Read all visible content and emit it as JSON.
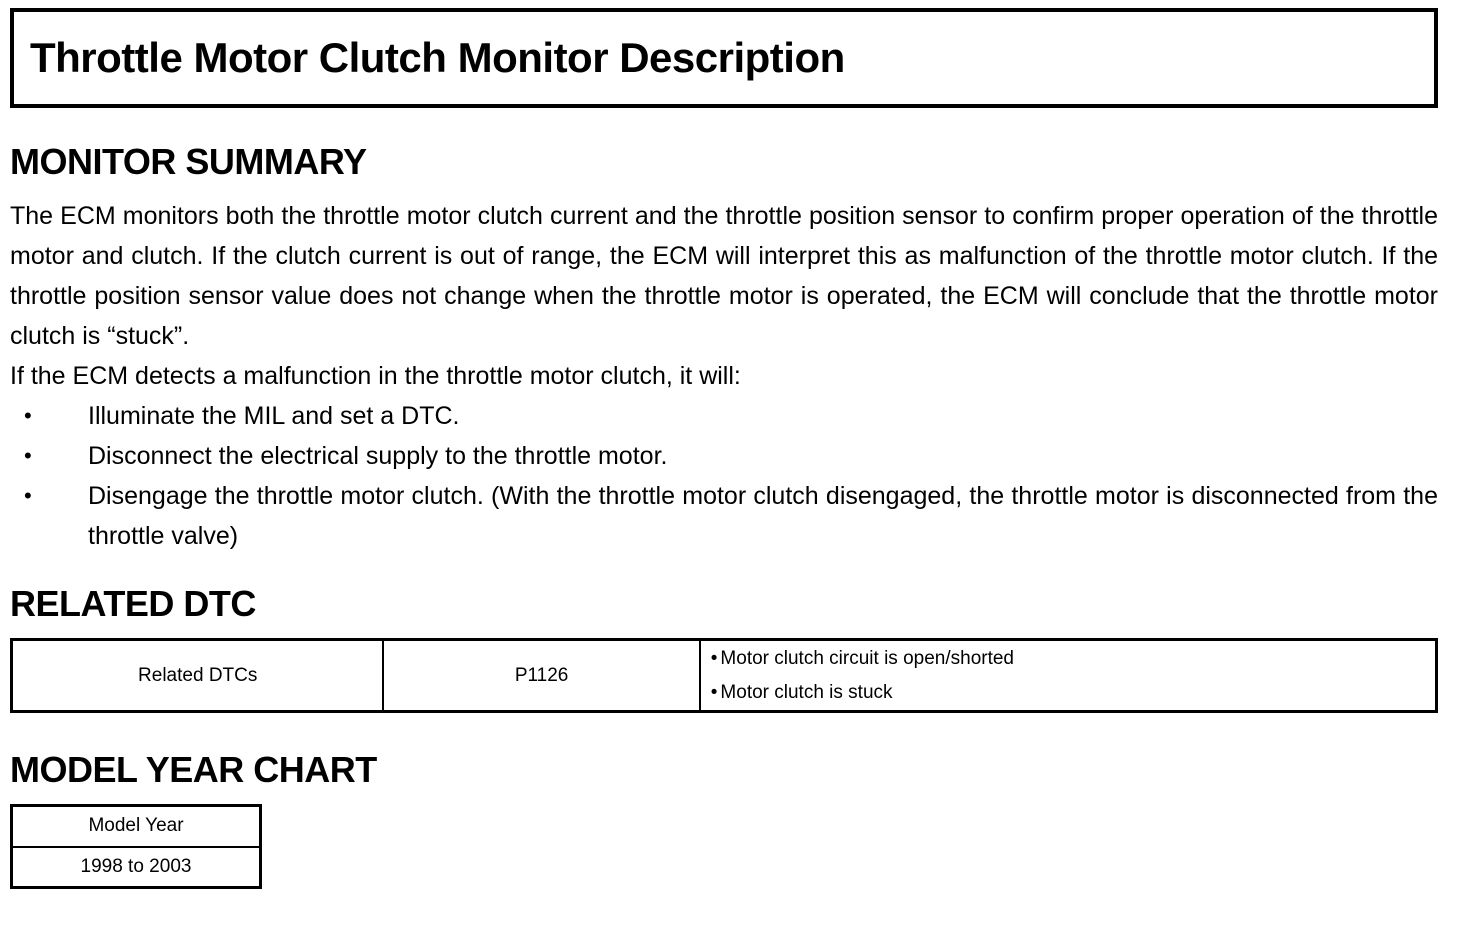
{
  "page": {
    "title": "Throttle Motor Clutch Monitor Description"
  },
  "monitor_summary": {
    "heading": "MONITOR SUMMARY",
    "paragraph": "The ECM monitors both the throttle motor clutch current and the throttle position sensor to confirm proper operation of the throttle motor and clutch. If the clutch current is out of range, the ECM will interpret this as malfunction of the throttle motor clutch. If the throttle position sensor value does not change when the throttle motor is operated, the ECM will conclude that the throttle motor clutch is “stuck”.",
    "intro_line": "If the ECM detects a malfunction in the throttle motor clutch, it will:",
    "bullets": [
      "Illuminate the MIL and set a DTC.",
      "Disconnect the electrical supply to the throttle motor.",
      "Disengage the throttle motor clutch. (With the throttle motor clutch disengaged, the throttle motor is disconnected from the throttle valve)"
    ]
  },
  "related_dtc": {
    "heading": "RELATED DTC",
    "table": {
      "label": "Related DTCs",
      "code": "P1126",
      "descriptions": [
        "Motor clutch circuit is open/shorted",
        "Motor clutch is stuck"
      ]
    }
  },
  "model_year_chart": {
    "heading": "MODEL YEAR CHART",
    "table": {
      "header": "Model Year",
      "value": "1998 to 2003"
    }
  }
}
